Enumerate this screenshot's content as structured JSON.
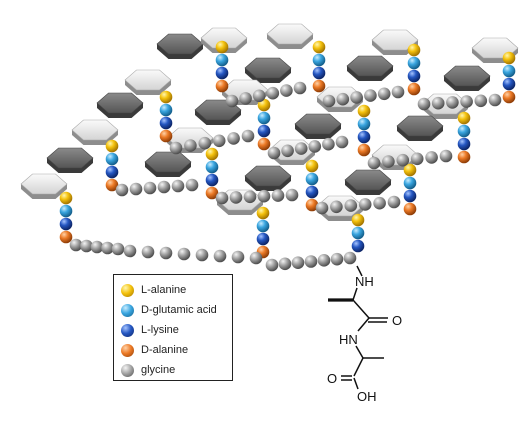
{
  "legend": [
    {
      "key": "l_ala",
      "label": "L-alanine",
      "color": "#f2b705"
    },
    {
      "key": "d_glu",
      "label": "D-glutamic acid",
      "color": "#2f9fd8"
    },
    {
      "key": "l_lys",
      "label": "L-lysine",
      "color": "#1f55b5"
    },
    {
      "key": "d_ala",
      "label": "D-alanine",
      "color": "#ea7320"
    },
    {
      "key": "gly",
      "label": "glycine",
      "color": "#9a9a9a"
    }
  ],
  "hexagon_colors": {
    "light": "#e6e6e6",
    "dark": "#6d6d6d"
  },
  "chem_labels": {
    "nh_top": "NH",
    "o_amide": "O",
    "hn": "HN",
    "o_acid": "O",
    "oh": "OH"
  }
}
